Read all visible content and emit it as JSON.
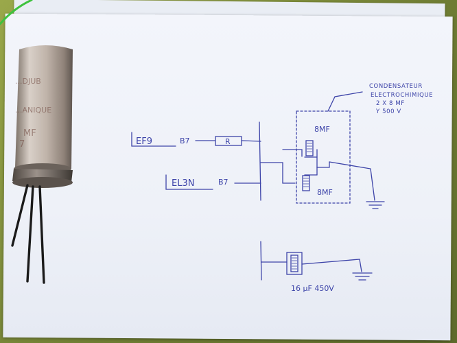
{
  "photo": {
    "subject": "hand-drawn capacitor wiring sketch beside an electrolytic capacitor"
  },
  "capacitor_print": {
    "line1": "...DJUB",
    "line2": "...ANIQUE",
    "rating": "MF",
    "value": "7"
  },
  "sketch": {
    "note_line1": "CONDENSATEUR",
    "note_line2": "ELECTROCHIMIQUE",
    "note_line3": "2 X 8 MF",
    "note_line4": "Y 500 V",
    "tube1": "EF9",
    "tube2": "EL3N",
    "pin1": "B7",
    "pin2": "B7",
    "resistor": "R",
    "cap_top": "8MF",
    "cap_bottom": "8MF",
    "cap_new": "16 µF 450V"
  }
}
